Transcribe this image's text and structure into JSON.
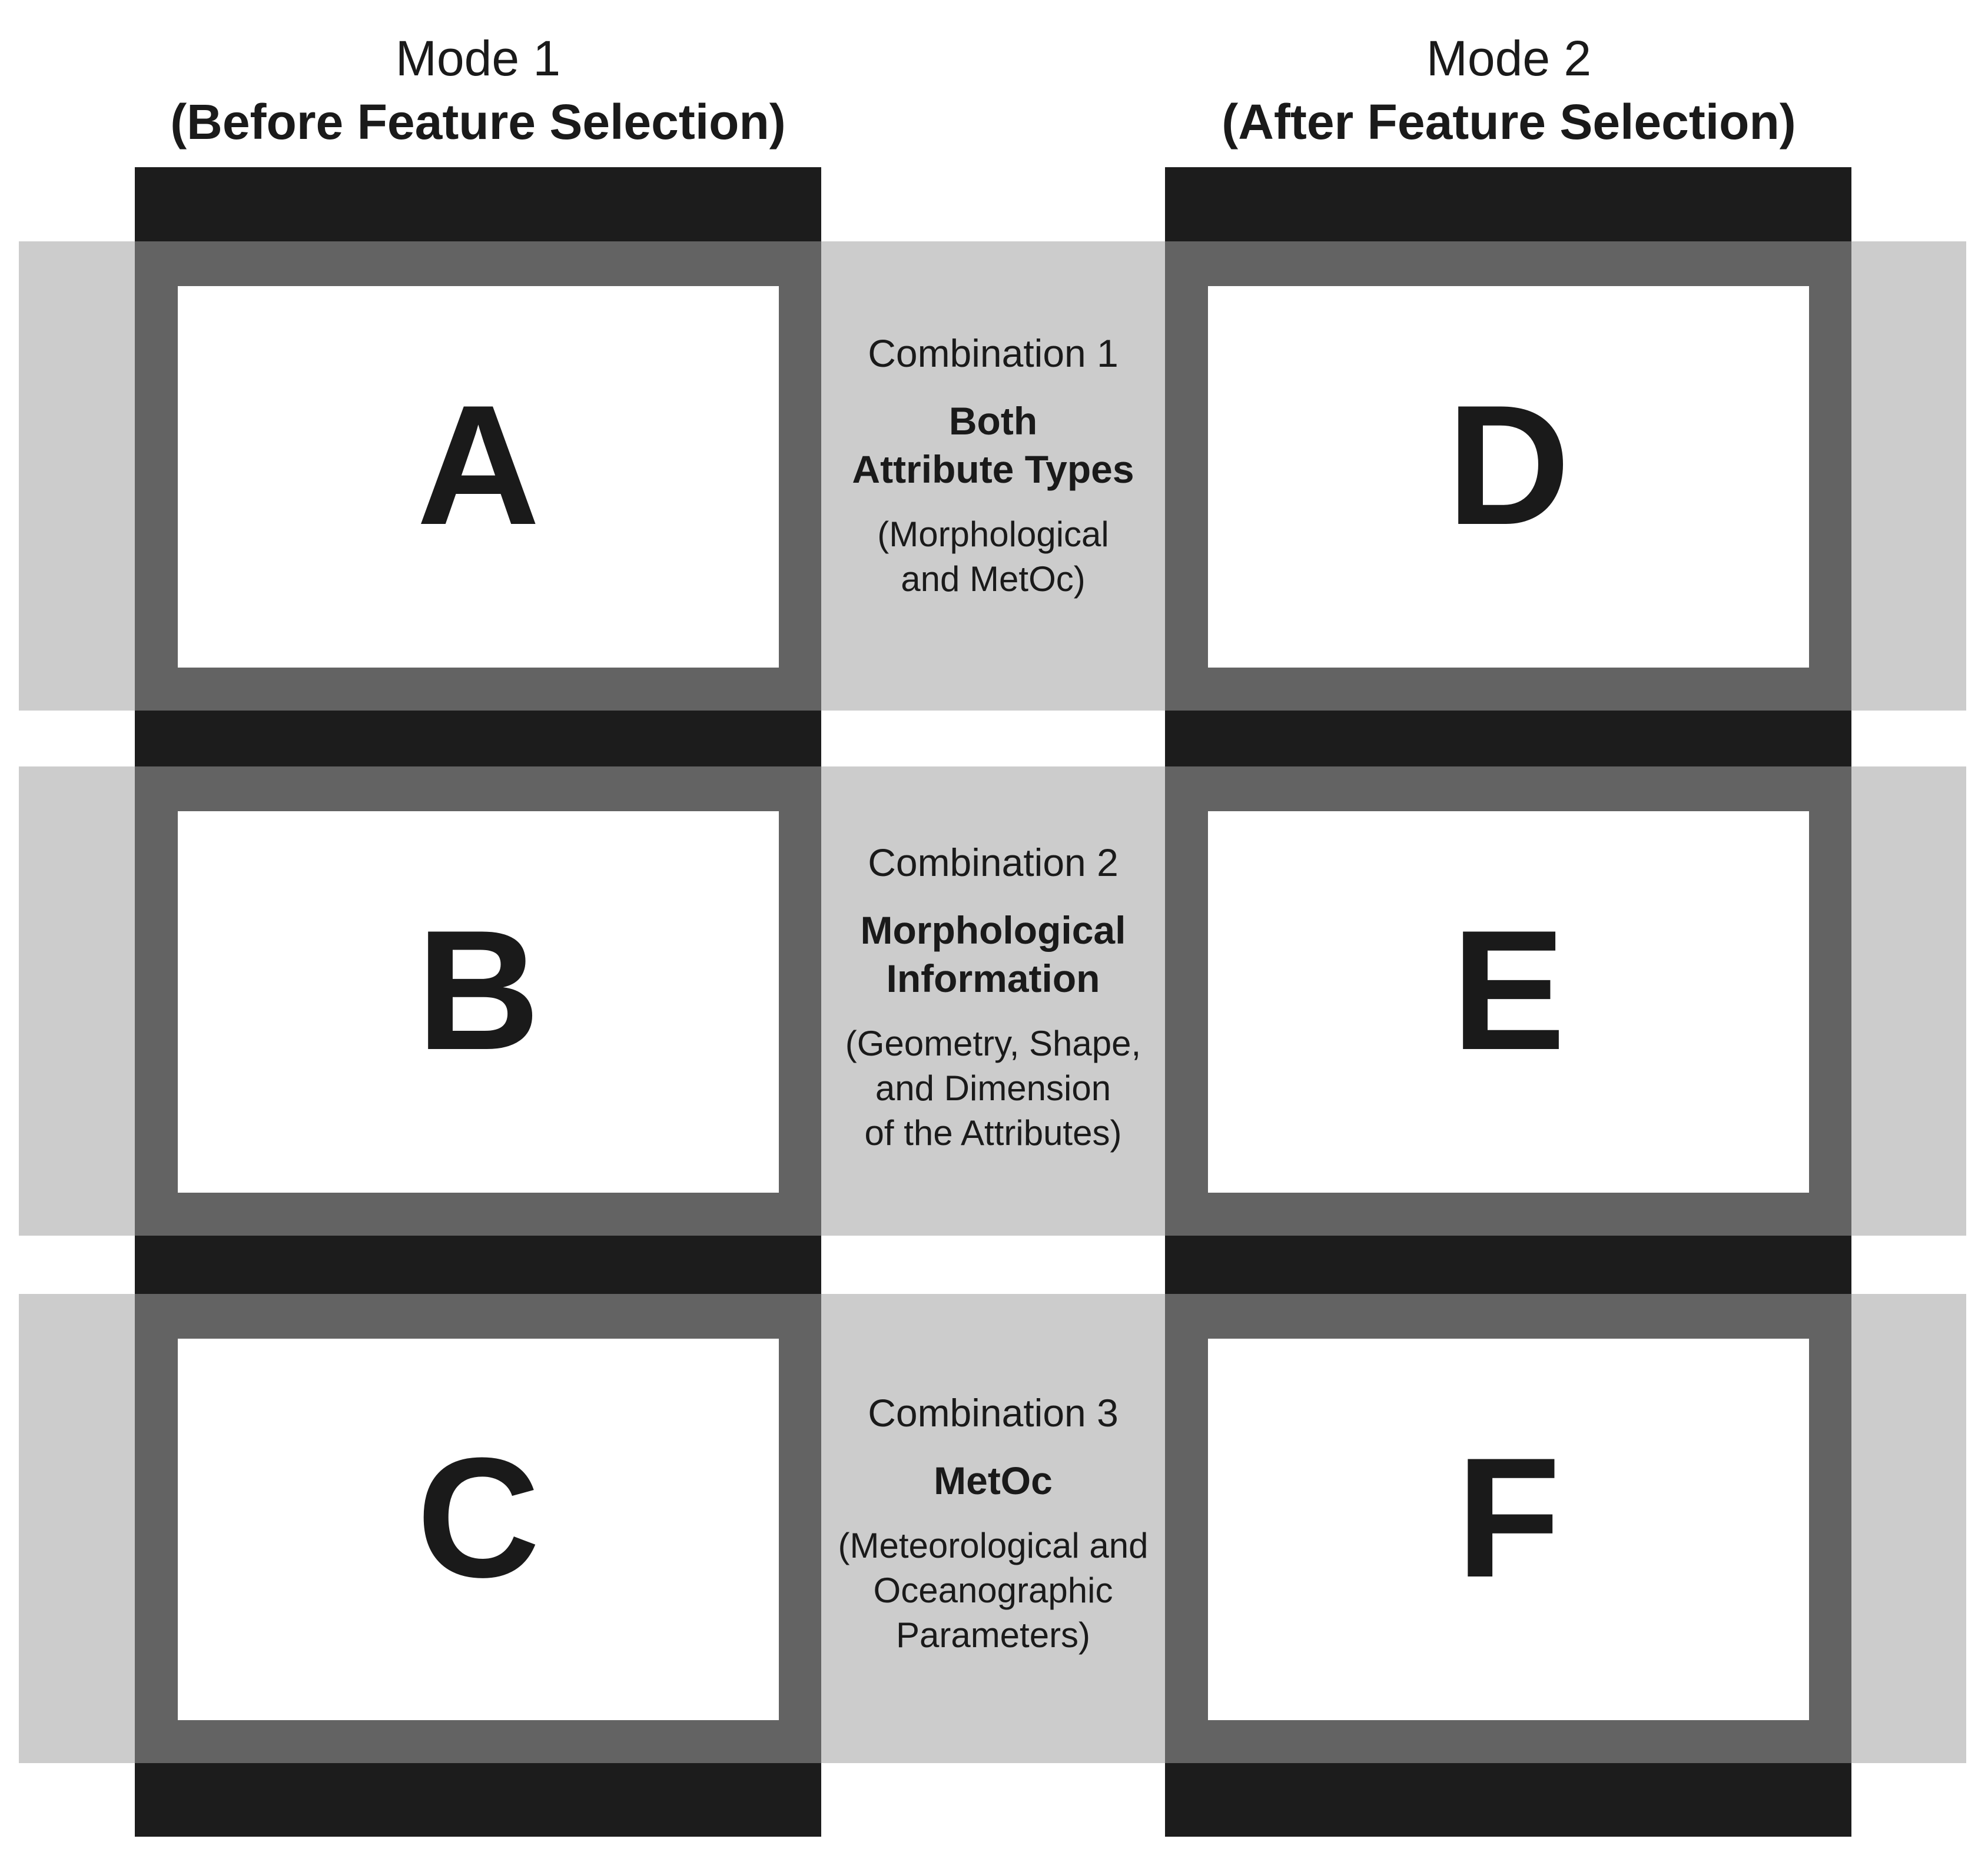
{
  "modes": [
    {
      "title": "Mode 1",
      "subtitle": "(Before Feature Selection)"
    },
    {
      "title": "Mode 2",
      "subtitle": "(After Feature Selection)"
    }
  ],
  "panels": {
    "A": "A",
    "B": "B",
    "C": "C",
    "D": "D",
    "E": "E",
    "F": "F"
  },
  "combinations": [
    {
      "title": "Combination 1",
      "name_lines": [
        "Both",
        "Attribute Types"
      ],
      "desc_lines": [
        "(Morphological",
        "and MetOc)"
      ]
    },
    {
      "title": "Combination 2",
      "name_lines": [
        "Morphological",
        "Information"
      ],
      "desc_lines": [
        "(Geometry, Shape,",
        "and Dimension",
        "of the Attributes)"
      ]
    },
    {
      "title": "Combination 3",
      "name_lines": [
        "MetOc"
      ],
      "desc_lines": [
        "(Meteorological and",
        "Oceanographic",
        "Parameters)"
      ]
    }
  ],
  "colors": {
    "dark_column": "#1c1c1c",
    "frame": "#636363",
    "band": "#cccccc",
    "panel": "#ffffff",
    "text": "#1a1a1a"
  }
}
